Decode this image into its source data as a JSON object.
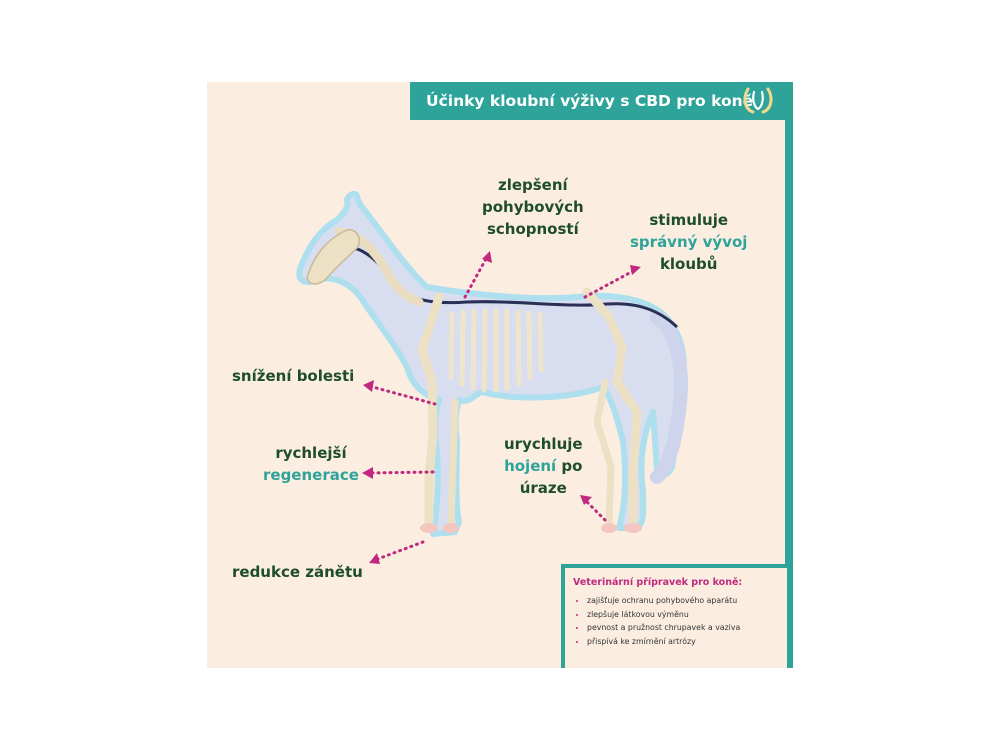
{
  "title": "Účinky kloubní výživy s CBD pro koně",
  "logo_icon": "horseshoe-logo-icon",
  "colors": {
    "accent": "#2ea39a",
    "magenta": "#c0297f",
    "dark_green": "#1e4d2b",
    "background": "#fbeee0"
  },
  "labels": {
    "movement": {
      "line1": "zlepšení",
      "line2": "pohybových",
      "line3": "schopností"
    },
    "development": {
      "line1": "stimuluje",
      "line2": "správný vývoj",
      "line3": "kloubů"
    },
    "pain": {
      "line1": "snížení bolesti"
    },
    "regeneration": {
      "line1": "rychlejší",
      "line2": "regenerace"
    },
    "healing": {
      "line1": "urychluje",
      "line2a": "hojení",
      "line2b": " po",
      "line3": "úraze"
    },
    "inflammation": {
      "line1": "redukce zánětu"
    }
  },
  "info": {
    "title": "Veterinární přípravek pro koně:",
    "items": [
      "zajišťuje ochranu pohybového aparátu",
      "zlepšuje látkovou výměnu",
      "pevnost a pružnost chrupavek a vaziva",
      "přispívá ke zmírnění artrózy"
    ]
  }
}
